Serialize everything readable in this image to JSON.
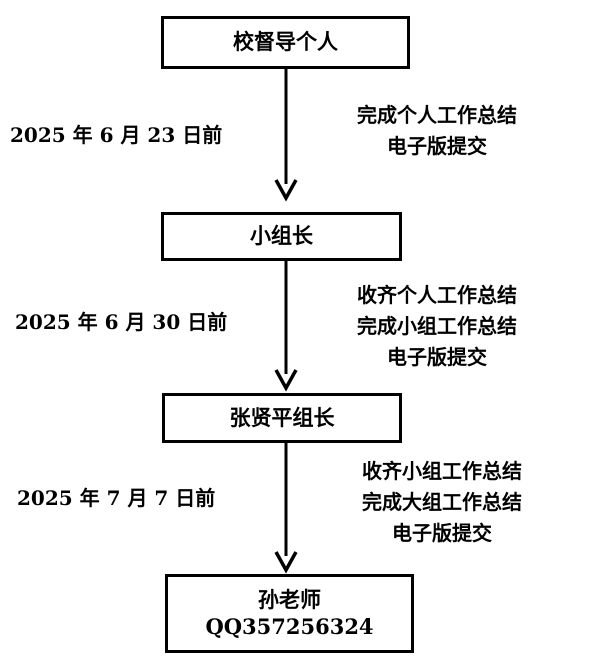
{
  "nodes": {
    "school_supervisor": {
      "label": "校督导个人"
    },
    "team_leader": {
      "label": "小组长"
    },
    "group_leader": {
      "label": "张贤平组长"
    },
    "teacher": {
      "label": "孙老师",
      "contact": "QQ357256324"
    }
  },
  "steps": [
    {
      "deadline": "2025 年 6 月 23 日前",
      "tasks": [
        "完成个人工作总结",
        "电子版提交"
      ]
    },
    {
      "deadline": "2025 年 6 月 30 日前",
      "tasks": [
        "收齐个人工作总结",
        "完成小组工作总结",
        "电子版提交"
      ]
    },
    {
      "deadline": "2025 年 7 月 7 日前",
      "tasks": [
        "收齐小组工作总结",
        "完成大组工作总结",
        "电子版提交"
      ]
    }
  ]
}
